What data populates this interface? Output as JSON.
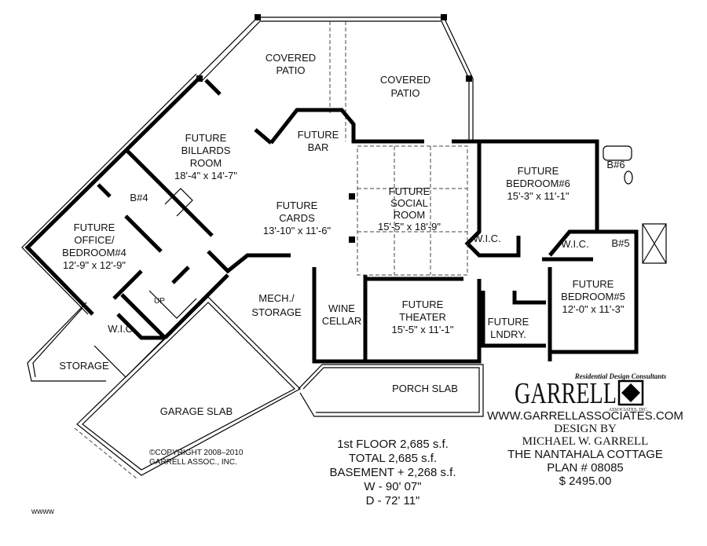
{
  "rooms": {
    "covered_patio_1": [
      "COVERED",
      "PATIO"
    ],
    "covered_patio_2": [
      "COVERED",
      "PATIO"
    ],
    "billiards": [
      "FUTURE",
      "BILLARDS",
      "ROOM",
      "18'-4\" x 14'-7\""
    ],
    "bar": [
      "FUTURE",
      "BAR"
    ],
    "cards": [
      "FUTURE",
      "CARDS",
      "13'-10\" x 11'-6\""
    ],
    "social": [
      "FUTURE",
      "SOCIAL",
      "ROOM",
      "15'-5\" x 18'-9\""
    ],
    "bedroom6": [
      "FUTURE",
      "BEDROOM#6",
      "15'-3\" x 11'-1\""
    ],
    "bath6": "B#6",
    "bath5": "B#5",
    "bath4": "B#4",
    "wic_1": "W.I.C.",
    "wic_2": "W.I.C.",
    "wic_3": "W.I.C.",
    "office": [
      "FUTURE",
      "OFFICE/",
      "BEDROOM#4",
      "12'-9\" x 12'-9\""
    ],
    "bedroom5": [
      "FUTURE",
      "BEDROOM#5",
      "12'-0\" x 11'-3\""
    ],
    "mech": [
      "MECH./",
      "STORAGE"
    ],
    "wine": [
      "WINE",
      "CELLAR"
    ],
    "theater": [
      "FUTURE",
      "THEATER",
      "15'-5\" x 11'-1\""
    ],
    "laundry": [
      "FUTURE",
      "LNDRY."
    ],
    "storage": "STORAGE",
    "garage": "GARAGE SLAB",
    "porch": "PORCH SLAB",
    "stair_up": "UP"
  },
  "copyright": [
    "©COPYRIGHT 2008–2010",
    "GARRELL ASSOC., INC."
  ],
  "stats": [
    "1st FLOOR  2,685 s.f.",
    "TOTAL  2,685 s.f.",
    "BASEMENT  + 2,268 s.f.",
    "W - 90' 07\"",
    "D - 72' 11\""
  ],
  "logo": {
    "tagline": "Residential Design Consultants",
    "name": "GARRELL",
    "sub": "ASSOCIATES, INC."
  },
  "credits": [
    "WWW.GARRELLASSOCIATES.COM",
    "DESIGN BY",
    "MICHAEL W. GARRELL",
    "THE NANTAHALA COTTAGE",
    "PLAN # 08085",
    "$ 2495.00"
  ],
  "watermark": "wwww"
}
